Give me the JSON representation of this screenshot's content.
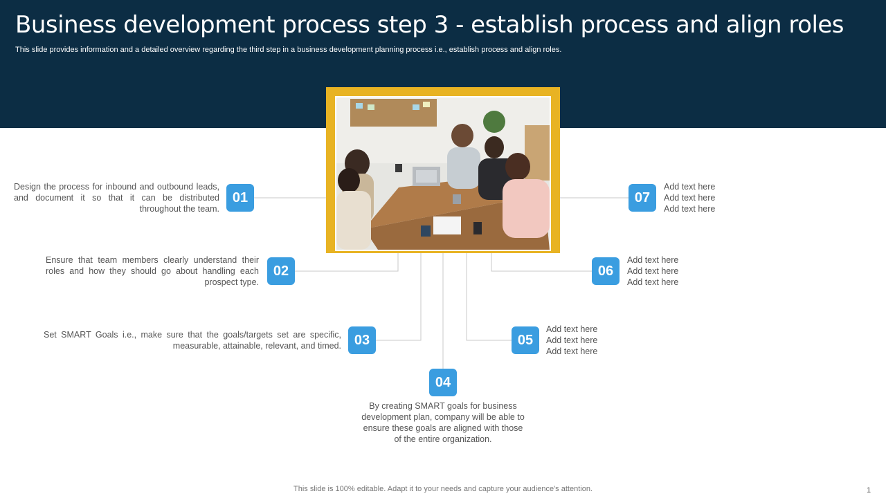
{
  "slide": {
    "title": "Business development process step 3 - establish process and align roles",
    "subtitle": "This slide provides information and a detailed overview regarding the third step in a business development planning process i.e., establish process and align roles.",
    "footer": "This slide is 100% editable. Adapt it to your needs and capture your audience's attention.",
    "page_number": "1"
  },
  "colors": {
    "header_bg": "#0c2d44",
    "frame": "#e8b323",
    "badge": "#3a9de0",
    "connector": "#c8c8c8"
  },
  "steps": [
    {
      "number": "01",
      "text": "Design the process for inbound and outbound leads, and document it so that it can be distributed throughout the team."
    },
    {
      "number": "02",
      "text": "Ensure that team members clearly understand their roles and how they should go about handling each prospect type."
    },
    {
      "number": "03",
      "text": "Set SMART Goals i.e., make sure that the goals/targets set are specific, measurable, attainable, relevant, and timed."
    },
    {
      "number": "04",
      "text": "By creating SMART goals for business development plan, company will be able to ensure these goals are aligned with those of the entire organization."
    },
    {
      "number": "05",
      "lines": [
        "Add text here",
        "Add text here",
        "Add text here"
      ]
    },
    {
      "number": "06",
      "lines": [
        "Add text here",
        "Add text here",
        "Add text here"
      ]
    },
    {
      "number": "07",
      "lines": [
        "Add text here",
        "Add text here",
        "Add text here"
      ]
    }
  ]
}
